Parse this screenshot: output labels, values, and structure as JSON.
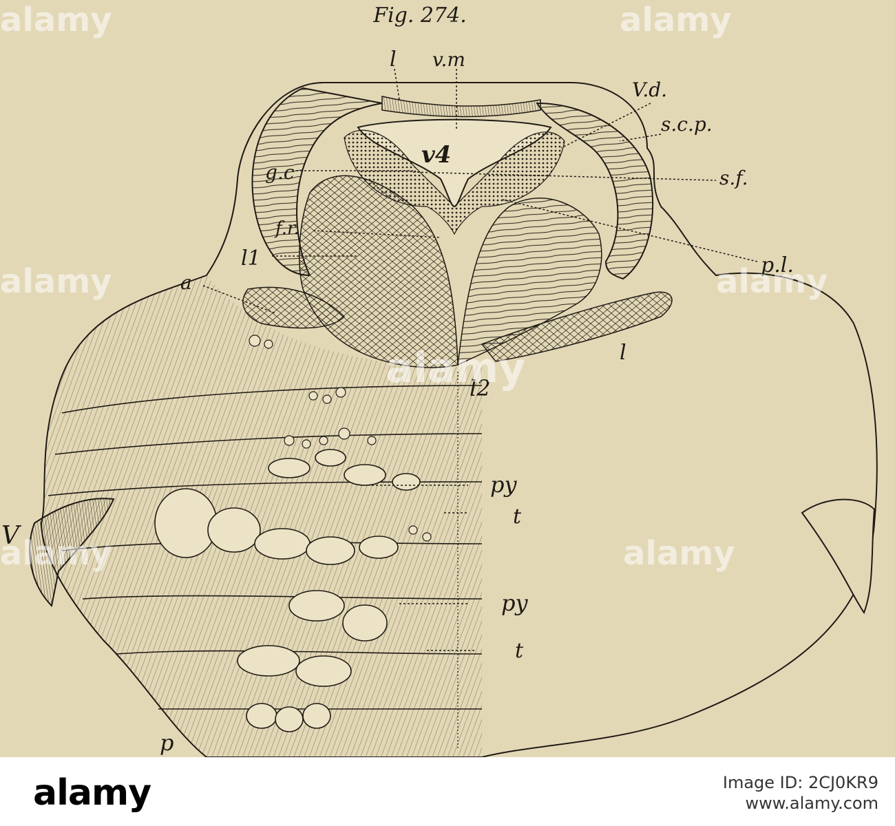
{
  "figure": {
    "title": "Fig. 274.",
    "labels": {
      "l_top": "l",
      "vm": "v.m",
      "vd": "V.d.",
      "scp": "s.c.p.",
      "v4": "v4",
      "gc": "g.c",
      "sf": "s.f.",
      "fr": "f.r.",
      "l1": "l1",
      "pl": "p.l.",
      "a": "a",
      "l_right": "l",
      "l2": "l2",
      "py_upper": "py",
      "t_upper": "t",
      "py_lower": "py",
      "t_lower": "t",
      "V": "V",
      "p": "p"
    }
  },
  "watermark": {
    "text": "alamy"
  },
  "footer": {
    "logo": "alamy",
    "image_id_label": "Image ID: 2CJ0KR9",
    "url": "www.alamy.com"
  },
  "colors": {
    "paper": "#e3d8b6",
    "ink": "#1e1a14",
    "footer_bg": "#ffffff"
  }
}
